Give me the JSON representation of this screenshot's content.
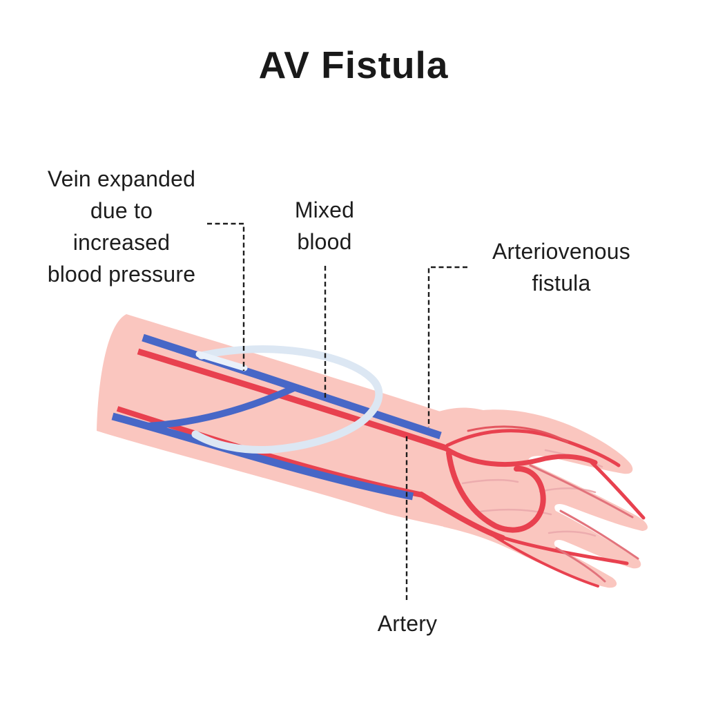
{
  "title": "AV Fistula",
  "labels": {
    "vein_expanded": {
      "lines": [
        "Vein expanded",
        "due to",
        "increased",
        "blood pressure"
      ]
    },
    "mixed_blood": {
      "lines": [
        "Mixed",
        "blood"
      ]
    },
    "av_fistula": {
      "lines": [
        "Arteriovenous",
        "fistula"
      ]
    },
    "artery": {
      "lines": [
        "Artery"
      ]
    }
  },
  "colors": {
    "background": "#FFFFFF",
    "text": "#1D1D1D",
    "skin": "#FAC6BF",
    "artery_red": "#E8414F",
    "artery_soft": "#E4565F",
    "finger_line": "#E2737C",
    "crease": "#ECACAE",
    "vein_blue": "#4767C7",
    "expanded_vein_pale": "#DCE7F3",
    "expanded_vein_highlight": "#E9F1FA",
    "leader_line": "#1C1C1C"
  },
  "figure": {
    "parts": [
      "forearm",
      "hand",
      "radial-artery",
      "ulnar-artery",
      "palmar-arch-upper",
      "palmar-arch-deep",
      "thumb-artery",
      "finger-arteries",
      "cephalic-vein",
      "vein-branch",
      "basilic-vein",
      "expanded-vein-loop",
      "leader-lines"
    ]
  }
}
